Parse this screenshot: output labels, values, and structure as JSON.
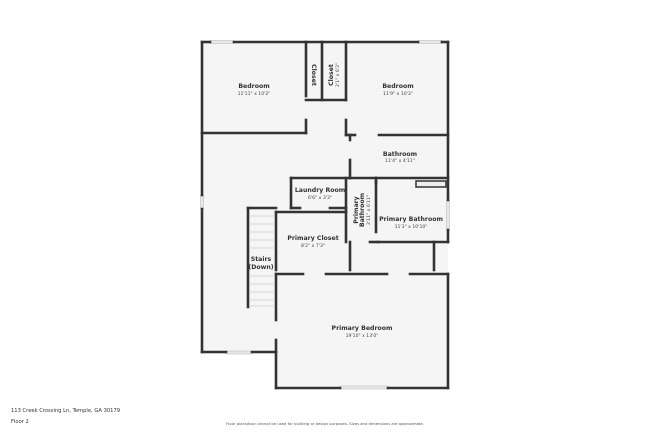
{
  "plan": {
    "floor_label": "Floor 2",
    "address": "113 Creek Crossing Ln, Temple, GA 30179",
    "disclaimer": "Floor plans/tour cannot be used for building or design purposes. Sizes and dimensions are approximate.",
    "colors": {
      "wall": "#333333",
      "floor_fill": "#f5f5f5",
      "window": "#e6e6e6",
      "background": "#ffffff"
    },
    "rooms": [
      {
        "name": "Bedroom",
        "dims": "11'11\" x 10'2\""
      },
      {
        "name": "Closet",
        "dims": ""
      },
      {
        "name": "Closet",
        "dims": "2'1\" x 6'3\""
      },
      {
        "name": "Bedroom",
        "dims": "11'9\" x 10'3\""
      },
      {
        "name": "Bathroom",
        "dims": "11'4\" x 4'11\""
      },
      {
        "name": "Laundry Room",
        "dims": "6'6\" x 3'3\""
      },
      {
        "name": "Primary Bathroom",
        "dims": "2'11\" x 6'11\""
      },
      {
        "name": "Primary Bathroom",
        "dims": "11'3\" x 10'10\""
      },
      {
        "name": "Primary Closet",
        "dims": "8'2\" x 7'3\""
      },
      {
        "name": "Stairs",
        "dims": "(Down)"
      },
      {
        "name": "Primary Bedroom",
        "dims": "19'10\" x 13'0\""
      }
    ],
    "stairs_label_line2": "(Down)",
    "primary_bath_small_line1": "Primary",
    "primary_bath_small_line2": "Bathroom"
  }
}
